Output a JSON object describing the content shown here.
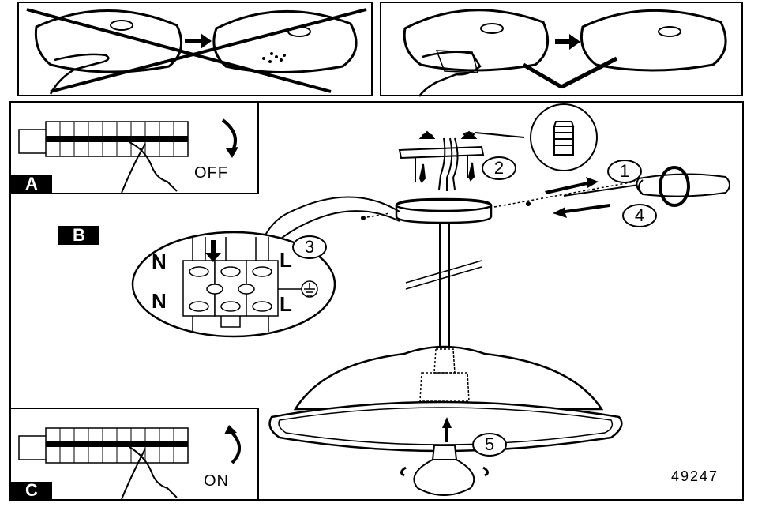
{
  "steps": {
    "a": "A",
    "b": "B",
    "c": "C"
  },
  "switch": {
    "off": "OFF",
    "on": "ON"
  },
  "callouts": [
    "1",
    "2",
    "3",
    "4",
    "5"
  ],
  "wiring": {
    "neutral_top": "N",
    "neutral_bottom": "N",
    "live_top": "L",
    "live_bottom": "L"
  },
  "product_code": "49247"
}
